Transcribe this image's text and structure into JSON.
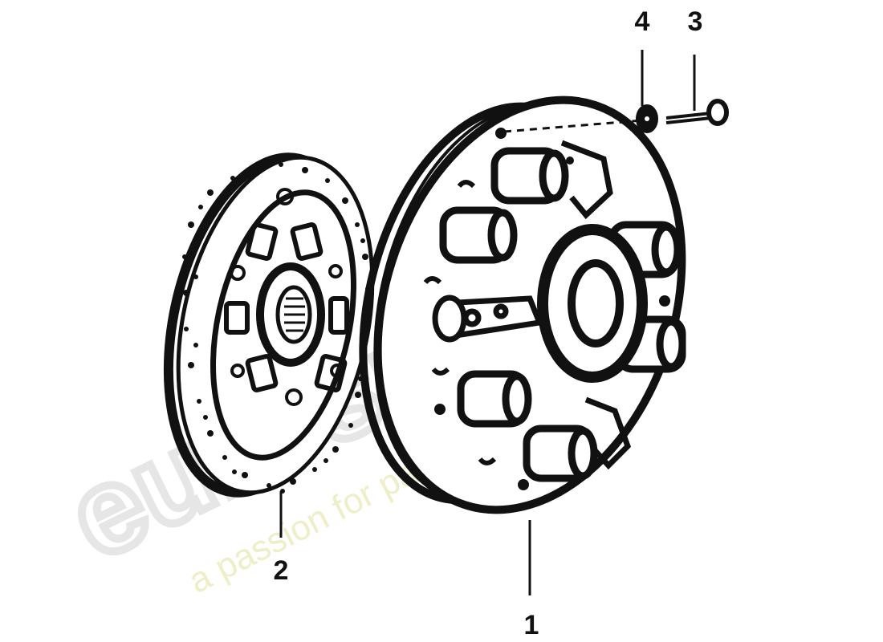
{
  "diagram": {
    "callouts": {
      "part_1": "1",
      "part_2": "2",
      "part_3": "3",
      "part_4": "4"
    },
    "watermark": {
      "logo": "eurospares",
      "tagline": "a passion for parts since 1985"
    },
    "colors": {
      "line": "#111111",
      "background": "#ffffff",
      "watermark_logo": "#e6e6e6",
      "watermark_tagline": "#eeeec8"
    }
  }
}
